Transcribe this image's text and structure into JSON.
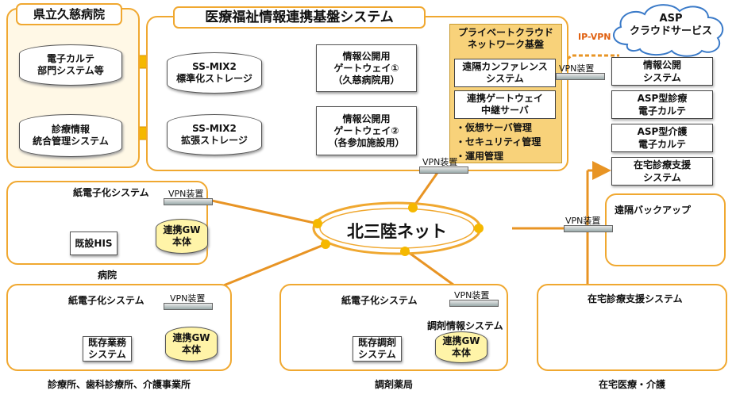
{
  "hospital_group": {
    "title": "県立久慈病院",
    "ehr": "電子カルテ\n部門システム等",
    "integrated": "診療情報\n統合管理システム"
  },
  "platform": {
    "title": "医療福祉情報連携基盤システム",
    "ssmix_std": "SS-MIX2\n標準化ストレージ",
    "ssmix_ext": "SS-MIX2\n拡張ストレージ",
    "gw1": "情報公開用\nゲートウェイ①\n（久慈病院用）",
    "gw2": "情報公開用\nゲートウェイ②\n（各参加施設用）",
    "private_cloud": {
      "title": "プライベートクラウド\nネットワーク基盤",
      "conf": "遠隔カンファレンス\nシステム",
      "relay": "連携ゲートウェイ\n中継サーバ",
      "bullets": [
        "・仮想サーバ管理",
        "・セキュリティ管理",
        "・運用管理"
      ]
    }
  },
  "network": {
    "name": "北三陸ネット"
  },
  "asp": {
    "cloud_title": "ASP\nクラウドサービス",
    "ipvpn": "IP-VPN",
    "items": [
      "情報公開\nシステム",
      "ASP型診療\n電子カルテ",
      "ASP型介護\n電子カルテ",
      "在宅診療支援\nシステム"
    ]
  },
  "backup": {
    "title": "遠隔バックアップ"
  },
  "vpn_label": "VPN装置",
  "hospital": {
    "paper": "紙電子化システム",
    "his": "既設HIS",
    "gw": "連携GW\n本体",
    "caption": "病院"
  },
  "clinic": {
    "paper": "紙電子化システム",
    "business": "既存業務\nシステム",
    "gw": "連携GW\n本体",
    "caption": "診療所、歯科診療所、介護事業所"
  },
  "pharmacy": {
    "paper": "紙電子化システム",
    "dispense_info": "調剤情報システム",
    "dispense": "既存調剤\nシステム",
    "gw": "連携GW\n本体",
    "caption": "調剤薬局"
  },
  "homecare": {
    "title": "在宅診療支援システム",
    "caption": "在宅医療・介護"
  },
  "colors": {
    "frame": "#f0a830",
    "arrow": "#f5b800",
    "wire": "#e89424",
    "gold": "#f8d27a"
  }
}
